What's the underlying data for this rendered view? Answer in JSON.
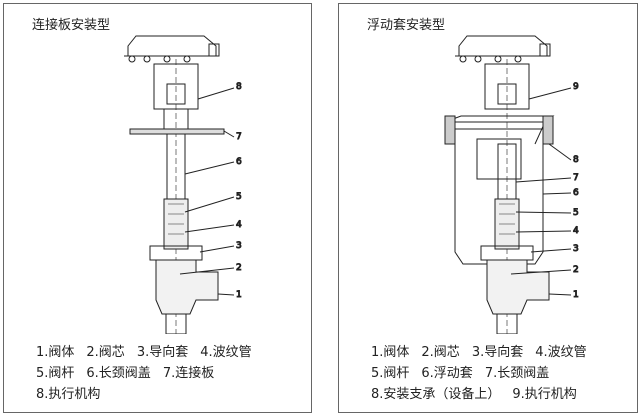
{
  "left_panel": {
    "title": "连接板安装型",
    "callouts": [
      "8",
      "7",
      "6",
      "5",
      "4",
      "3",
      "2",
      "1"
    ],
    "legend": [
      [
        "1.阀体",
        "2.阀芯",
        "3.导向套",
        "4.波纹管"
      ],
      [
        "5.阀杆",
        "6.长颈阀盖",
        "7.连接板"
      ],
      [
        "8.执行机构"
      ]
    ]
  },
  "right_panel": {
    "title": "浮动套安装型",
    "callouts": [
      "9",
      "8",
      "7",
      "6",
      "5",
      "4",
      "3",
      "2",
      "1"
    ],
    "legend": [
      [
        "1.阀体",
        "2.阀芯",
        "3.导向套",
        "4.波纹管"
      ],
      [
        "5.阀杆",
        "6.浮动套",
        "7.长颈阀盖"
      ],
      [
        "8.安装支承（设备上）",
        "9.执行机构"
      ]
    ]
  }
}
